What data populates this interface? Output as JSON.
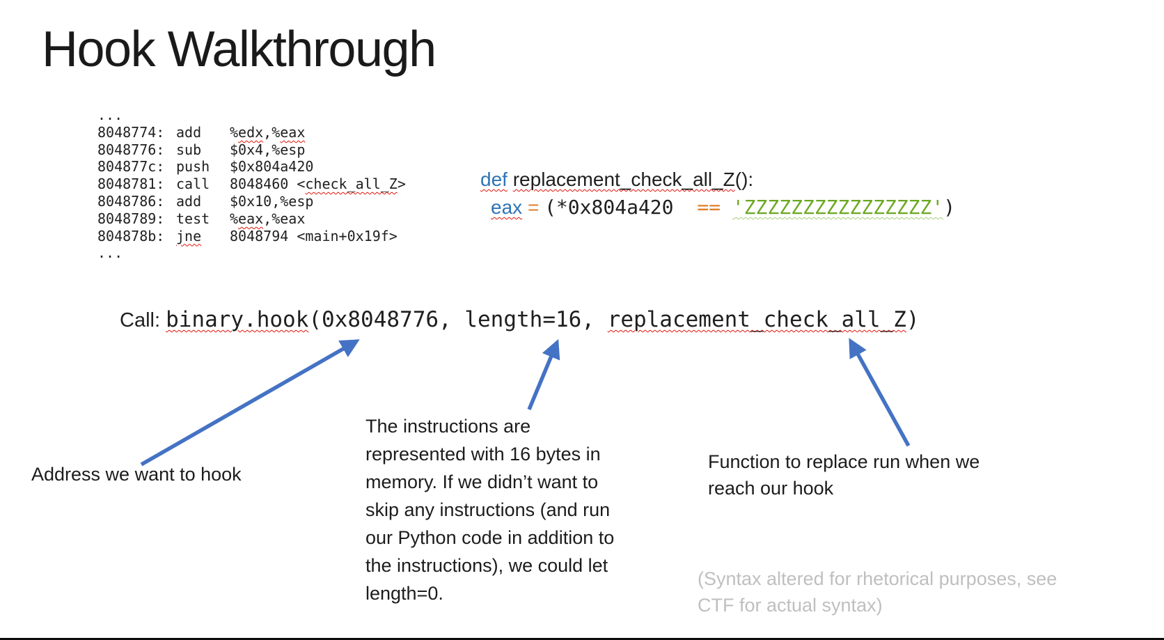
{
  "slide": {
    "title": "Hook Walkthrough"
  },
  "colors": {
    "keyword_blue": "#2E74B5",
    "operator_orange": "#E07D27",
    "string_green": "#6AA821",
    "arrow_blue": "#4472C4",
    "muted_gray": "#BFBFBF",
    "squiggle_red": "#E3120B"
  },
  "assembly": {
    "lines": [
      [
        {
          "t": "..."
        }
      ],
      [
        {
          "t": "8048774:",
          "cls": "addr"
        },
        {
          "t": "add",
          "cls": "mn"
        },
        {
          "t": "%"
        },
        {
          "t": "edx",
          "u": "red"
        },
        {
          "t": ","
        },
        {
          "t": "%"
        },
        {
          "t": "eax",
          "u": "red"
        }
      ],
      [
        {
          "t": "8048776:",
          "cls": "addr"
        },
        {
          "t": "sub",
          "cls": "mn"
        },
        {
          "t": "$0x4,%esp"
        }
      ],
      [
        {
          "t": "804877c:",
          "cls": "addr"
        },
        {
          "t": "push",
          "cls": "mn"
        },
        {
          "t": "$0x804a420"
        }
      ],
      [
        {
          "t": "8048781:",
          "cls": "addr"
        },
        {
          "t": "call",
          "cls": "mn"
        },
        {
          "t": "8048460 <"
        },
        {
          "t": "check_all_Z",
          "u": "red"
        },
        {
          "t": ">"
        }
      ],
      [
        {
          "t": "8048786:",
          "cls": "addr"
        },
        {
          "t": "add",
          "cls": "mn"
        },
        {
          "t": "$0x10,%esp"
        }
      ],
      [
        {
          "t": "8048789:",
          "cls": "addr"
        },
        {
          "t": "test",
          "cls": "mn"
        },
        {
          "t": "%"
        },
        {
          "t": "eax",
          "u": "red"
        },
        {
          "t": ",%eax"
        }
      ],
      [
        {
          "t": "804878b:",
          "cls": "addr"
        },
        {
          "t": "jne",
          "cls": "mn",
          "u": "red"
        },
        {
          "t": "8048794 <main+0x19f>"
        }
      ],
      [
        {
          "t": "..."
        }
      ]
    ]
  },
  "python": {
    "lines": [
      [
        {
          "t": "def",
          "c": "blue",
          "u": "red"
        },
        {
          "t": " "
        },
        {
          "t": "replacement_check_all_Z",
          "u": "red"
        },
        {
          "t": "():"
        }
      ],
      [
        {
          "t": "eax",
          "c": "blue",
          "u": "red"
        },
        {
          "t": " "
        },
        {
          "t": "=",
          "c": "orange"
        },
        {
          "t": " "
        },
        {
          "t": "(*0x804a420",
          "f": "m"
        },
        {
          "t": "  ",
          "f": "m"
        },
        {
          "t": "==",
          "c": "orange",
          "f": "m"
        },
        {
          "t": " ",
          "f": "m"
        },
        {
          "t": "'ZZZZZZZZZZZZZZZZ'",
          "c": "green",
          "f": "m",
          "u": "green"
        },
        {
          "t": ")",
          "f": "m"
        }
      ]
    ]
  },
  "call": {
    "segments": [
      {
        "t": "Call: ",
        "cls": "call-label"
      },
      {
        "t": "binary.hook",
        "u": "red"
      },
      {
        "t": "(0x8048776, length=16, "
      },
      {
        "t": "replacement_check_all_Z",
        "u": "red"
      },
      {
        "t": ")"
      }
    ]
  },
  "annotations": {
    "address": "Address we want to hook",
    "length": "The instructions are\nrepresented with 16 bytes in\nmemory. If we didn’t want to\nskip any instructions (and run\nour Python code in addition to\nthe instructions), we could let\nlength=0.",
    "function": "Function to replace run when we\nreach our hook",
    "syntax": "(Syntax altered for rhetorical purposes, see\nCTF for actual syntax)"
  }
}
